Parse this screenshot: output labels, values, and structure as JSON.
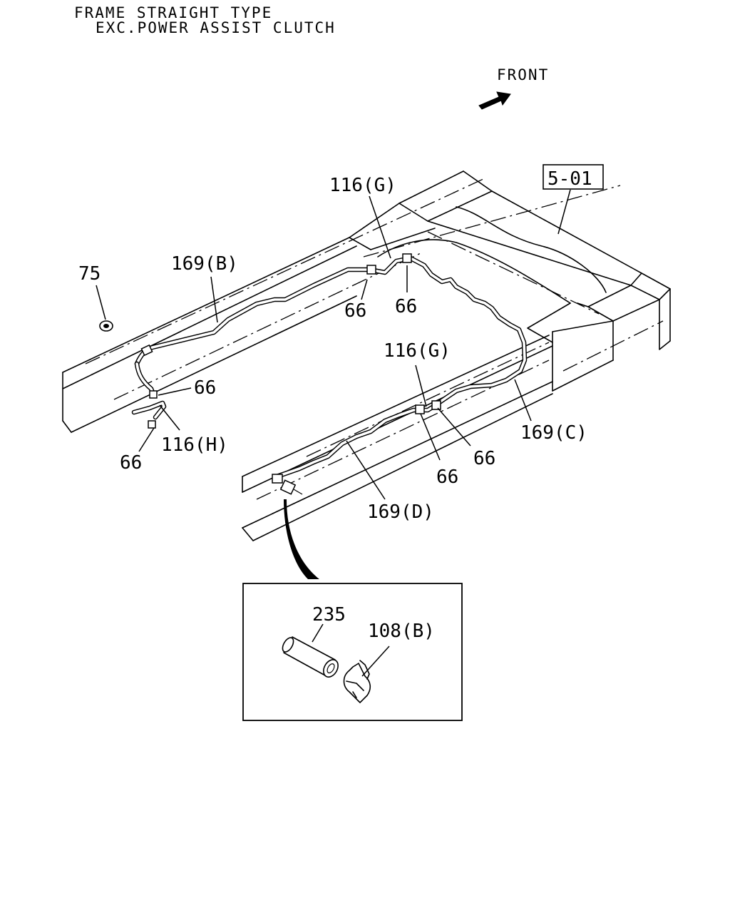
{
  "header": {
    "line1": "FRAME STRAIGHT TYPE",
    "line2": "EXC.POWER ASSIST CLUTCH"
  },
  "direction": {
    "label": "FRONT"
  },
  "ref_box": {
    "label": "5-01"
  },
  "callouts": {
    "c75": "75",
    "c169b": "169(B)",
    "c116g_top": "116(G)",
    "c66_a": "66",
    "c66_b": "66",
    "c66_c": "66",
    "c66_d": "66",
    "c116h": "116(H)",
    "c116g_mid": "116(G)",
    "c169c": "169(C)",
    "c66_e": "66",
    "c66_f": "66",
    "c169d": "169(D)",
    "c235": "235",
    "c108b": "108(B)"
  }
}
